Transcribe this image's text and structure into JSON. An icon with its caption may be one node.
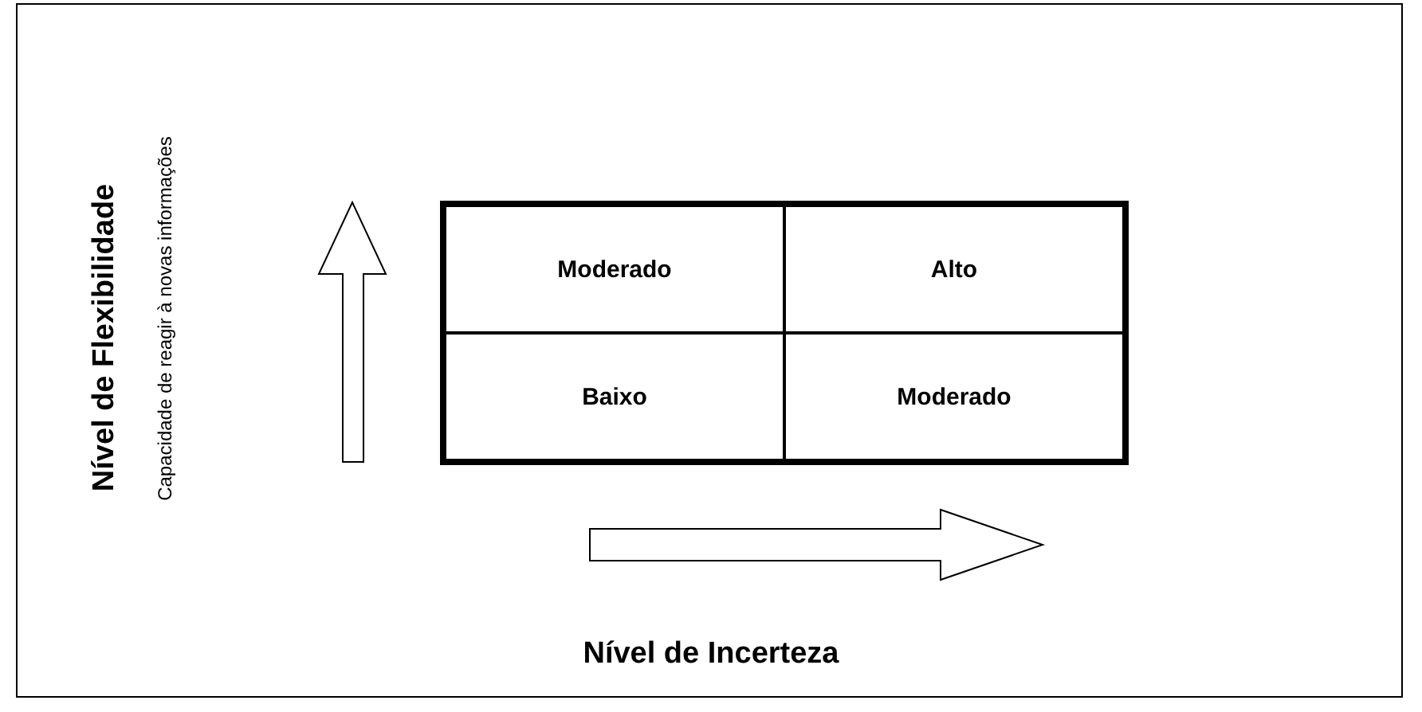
{
  "diagram": {
    "labels": [
      "Nível de Flexibilidade",
      "Capacidade de reagir à novas informações",
      "Moderado",
      "Alto",
      "Baixo",
      "Moderado",
      "Nível de Incerteza"
    ]
  }
}
